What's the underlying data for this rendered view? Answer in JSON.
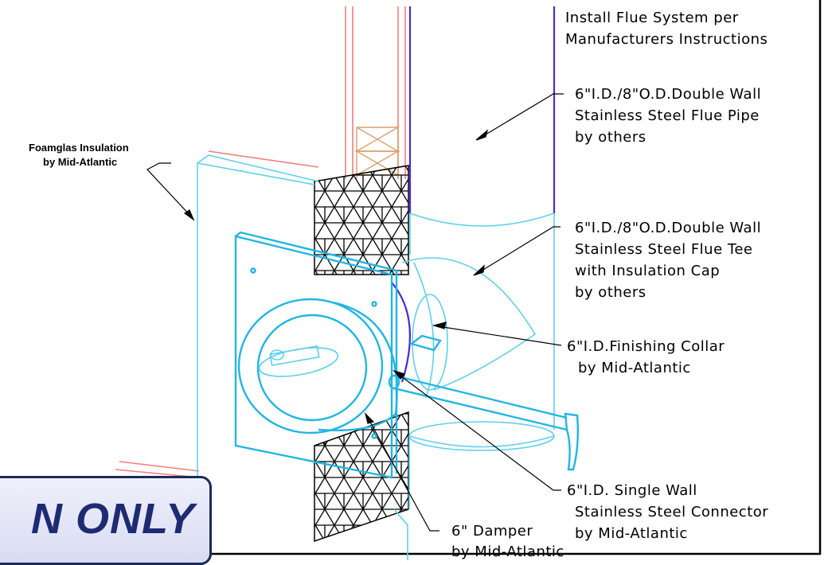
{
  "labels": {
    "install": [
      "Install Flue System per",
      "Manufacturers Instructions"
    ],
    "flue_pipe": [
      "6\"I.D./8\"O.D.Double Wall",
      "Stainless Steel Flue Pipe",
      "by others"
    ],
    "flue_tee": [
      "6\"I.D./8\"O.D.Double Wall",
      "Stainless Steel Flue Tee",
      "with Insulation Cap",
      "by others"
    ],
    "collar": [
      "6\"I.D.Finishing Collar",
      "by Mid-Atlantic"
    ],
    "connector": [
      "6\"I.D. Single Wall",
      "Stainless Steel Connector",
      "by Mid-Atlantic"
    ],
    "damper": [
      "6\"  Damper",
      "by Mid-Atlantic"
    ],
    "insulation": [
      "Foamglas Insulation",
      "by Mid-Atlantic"
    ]
  },
  "badge": {
    "text": "N ONLY"
  },
  "colors": {
    "insulation_outline": "#5fd0ec",
    "connector": "#22b5e2",
    "framing": "#f07d7d",
    "flue_edge": "#4b2bd0",
    "brace": "#d9a06b"
  }
}
